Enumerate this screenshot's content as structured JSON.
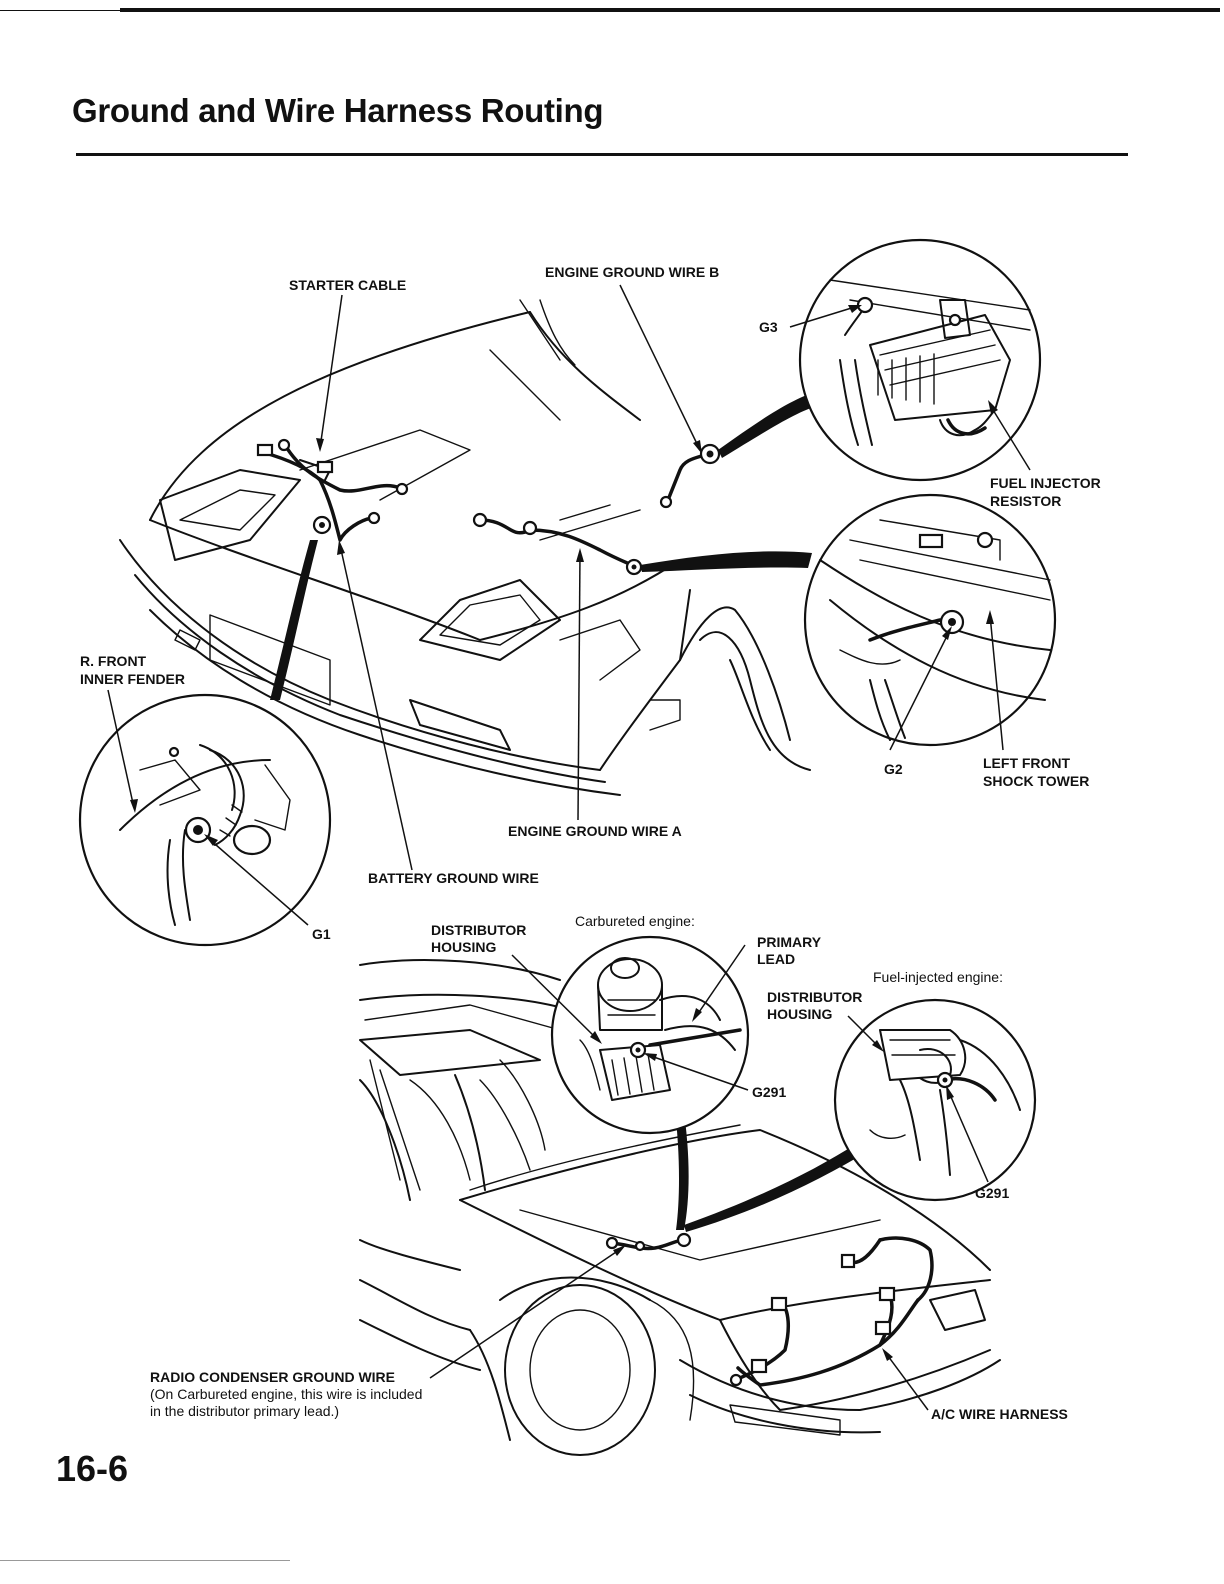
{
  "page": {
    "title": "Ground and Wire Harness Routing",
    "page_number": "16-6"
  },
  "labels": {
    "starter_cable": "STARTER CABLE",
    "engine_ground_wire_b": "ENGINE GROUND WIRE B",
    "g3": "G3",
    "fuel_injector_resistor_1": "FUEL INJECTOR",
    "fuel_injector_resistor_2": "RESISTOR",
    "r_front_inner_fender_1": "R. FRONT",
    "r_front_inner_fender_2": "INNER FENDER",
    "g2": "G2",
    "left_front_shock_tower_1": "LEFT FRONT",
    "left_front_shock_tower_2": "SHOCK TOWER",
    "engine_ground_wire_a": "ENGINE GROUND WIRE A",
    "battery_ground_wire": "BATTERY GROUND WIRE",
    "g1": "G1",
    "distributor_housing_carb_1": "DISTRIBUTOR",
    "distributor_housing_carb_2": "HOUSING",
    "carbureted_engine": "Carbureted engine:",
    "primary_lead_1": "PRIMARY",
    "primary_lead_2": "LEAD",
    "fuel_injected_engine": "Fuel-injected engine:",
    "distributor_housing_fi_1": "DISTRIBUTOR",
    "distributor_housing_fi_2": "HOUSING",
    "g291_carb": "G291",
    "g291_fi": "G291",
    "radio_condenser_ground_wire": "RADIO CONDENSER GROUND WIRE",
    "radio_condenser_note_1": "(On Carbureted engine, this wire is included",
    "radio_condenser_note_2": "in the distributor primary lead.)",
    "ac_wire_harness": "A/C WIRE HARNESS"
  }
}
